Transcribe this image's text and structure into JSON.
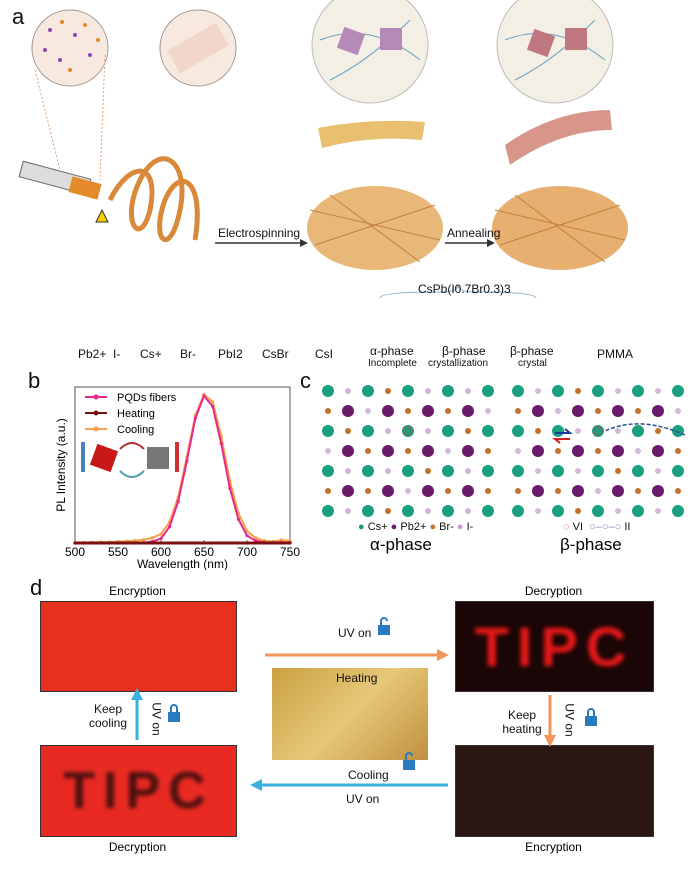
{
  "panel_a": {
    "label": "a",
    "step1": "Electrospinning",
    "step2": "Annealing",
    "formula": "CsPb(I0.7Br0.3)3",
    "legend": [
      "Pb2+",
      "I-",
      "Cs+",
      "Br-",
      "PbI2",
      "CsBr",
      "CsI"
    ],
    "phases": [
      {
        "name": "α-phase",
        "sub": "Incomplete"
      },
      {
        "name": "β-phase",
        "sub": "crystallization"
      },
      {
        "name": "β-phase",
        "sub": "crystal"
      }
    ],
    "pmma": "PMMA"
  },
  "panel_b": {
    "label": "b"
  },
  "chart_data": {
    "type": "line",
    "title": "",
    "xlabel": "Wavelength (nm)",
    "ylabel": "PL Intensity (a.u.)",
    "xlim": [
      500,
      750
    ],
    "ylim": [
      0,
      1.05
    ],
    "xticks": [
      500,
      550,
      600,
      650,
      700,
      750
    ],
    "legend_position": "top-left",
    "x": [
      500,
      510,
      520,
      530,
      540,
      550,
      560,
      570,
      580,
      590,
      600,
      610,
      620,
      630,
      640,
      650,
      660,
      670,
      680,
      690,
      700,
      710,
      720,
      730,
      740,
      750
    ],
    "series": [
      {
        "name": "PQDs fibers",
        "color": "#e8278a",
        "values": [
          0,
          0,
          0,
          0,
          0,
          0,
          0,
          0,
          0.002,
          0.01,
          0.03,
          0.11,
          0.28,
          0.55,
          0.84,
          0.99,
          0.92,
          0.67,
          0.37,
          0.16,
          0.05,
          0.015,
          0.005,
          0.003,
          0.004,
          0.003
        ]
      },
      {
        "name": "Heating",
        "color": "#7a1010",
        "values": [
          0,
          0,
          0,
          0,
          0,
          0,
          0,
          0,
          0,
          0,
          0,
          0,
          0,
          0,
          0,
          0,
          0,
          0,
          0,
          0,
          0,
          0,
          0,
          0,
          0,
          0
        ]
      },
      {
        "name": "Cooling",
        "color": "#f5a04a",
        "values": [
          0.002,
          0.003,
          0.004,
          0.005,
          0.007,
          0.01,
          0.012,
          0.016,
          0.022,
          0.035,
          0.06,
          0.14,
          0.31,
          0.58,
          0.86,
          1.0,
          0.95,
          0.72,
          0.42,
          0.2,
          0.08,
          0.035,
          0.015,
          0.01,
          0.02,
          0.015
        ]
      }
    ]
  },
  "panel_c": {
    "label": "c",
    "alpha": "α-phase",
    "beta": "β-phase",
    "legend": [
      "Cs+",
      "Pb2+",
      "Br-",
      "I-"
    ],
    "vacancy": "VI",
    "interstitial": "II"
  },
  "panel_d": {
    "label": "d",
    "top_left_caption": "Encryption",
    "top_right_caption": "Decryption",
    "bottom_left_caption": "Decryption",
    "bottom_right_caption": "Encryption",
    "top_arrow": {
      "above": "UV on",
      "below": "Heating"
    },
    "right_arrow": {
      "side": "Keep heating",
      "rotated": "UV on"
    },
    "bottom_arrow": {
      "above": "Cooling",
      "below": "UV on"
    },
    "left_arrow": {
      "side": "Keep cooling",
      "rotated": "UV on"
    },
    "hidden_text": "TIPC"
  }
}
